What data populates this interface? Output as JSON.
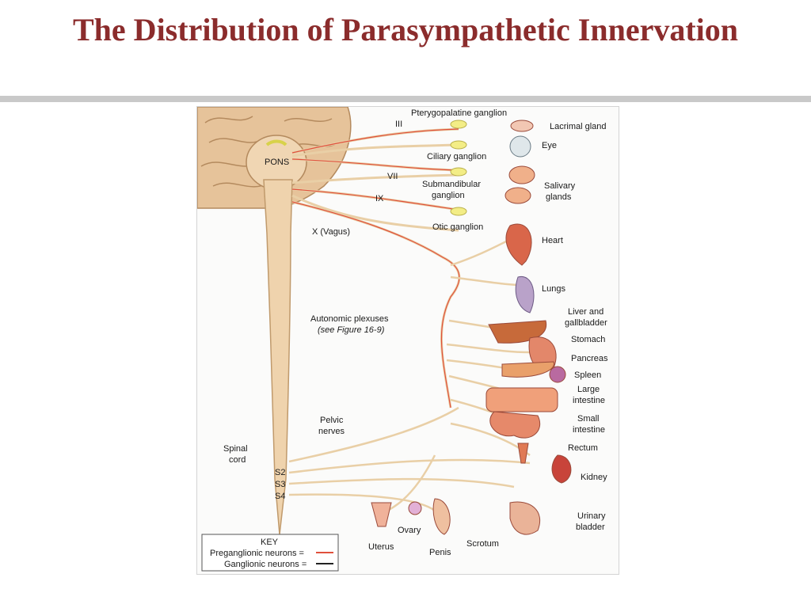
{
  "title": "The Distribution of Parasympathetic Innervation",
  "colors": {
    "title": "#8b2c2c",
    "preganglionic": "#e0503c",
    "ganglionic": "#222222",
    "nerve": "#e9cfa6",
    "brain": "#e8c9a0"
  },
  "labels": {
    "pterygopalatine": "Pterygopalatine ganglion",
    "lacrimal": "Lacrimal gland",
    "cn3": "III",
    "eye": "Eye",
    "ciliary": "Ciliary ganglion",
    "pons": "PONS",
    "cn7": "VII",
    "cn9": "IX",
    "submandibular_1": "Submandibular",
    "submandibular_2": "ganglion",
    "salivary_1": "Salivary",
    "salivary_2": "glands",
    "otic": "Otic ganglion",
    "vagus": "X (Vagus)",
    "heart": "Heart",
    "lungs": "Lungs",
    "plexus_1": "Autonomic plexuses",
    "plexus_2": "(see Figure 16-9)",
    "liver_1": "Liver and",
    "liver_2": "gallbladder",
    "stomach": "Stomach",
    "pancreas": "Pancreas",
    "spleen": "Spleen",
    "large_1": "Large",
    "large_2": "intestine",
    "small_1": "Small",
    "small_2": "intestine",
    "pelvic_1": "Pelvic",
    "pelvic_2": "nerves",
    "spinal_1": "Spinal",
    "spinal_2": "cord",
    "s2": "S2",
    "s3": "S3",
    "s4": "S4",
    "rectum": "Rectum",
    "kidney": "Kidney",
    "urinary_1": "Urinary",
    "urinary_2": "bladder",
    "ovary": "Ovary",
    "uterus": "Uterus",
    "penis": "Penis",
    "scrotum": "Scrotum"
  },
  "key": {
    "title": "KEY",
    "preganglionic": "Preganglionic neurons =",
    "ganglionic": "Ganglionic neurons ="
  }
}
